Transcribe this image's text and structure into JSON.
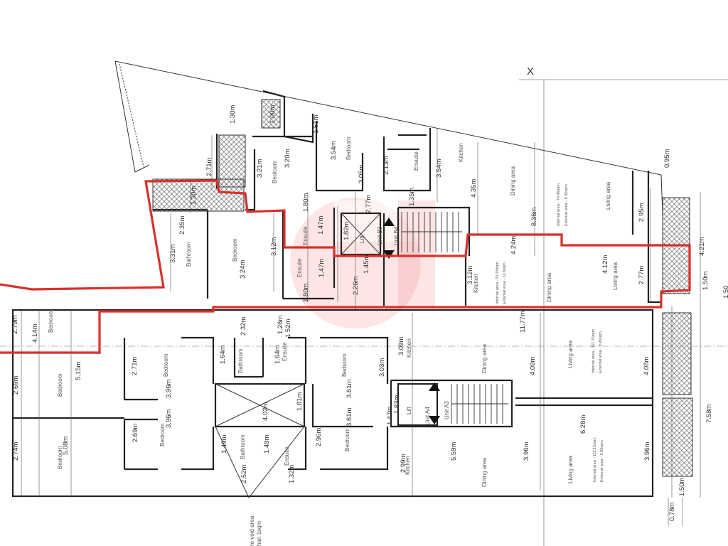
{
  "marker": "X",
  "units": {
    "B3": "Unit B3",
    "B4": "Unit B4",
    "A3": "Unit A3",
    "A4": "Unit A4"
  },
  "rooms": {
    "bedroom": "Bedroom",
    "bathroom": "Bathroom",
    "ensuite": "Ensuite",
    "kitchen": "Kitchen",
    "dining": "Dining area",
    "living": "Living area",
    "lift": "Lift"
  },
  "areas": {
    "b4_internal": "Internal area - 79.45sqm",
    "b4_external": "External area - 8.35sqm",
    "b3_internal": "Internal area - 91.95sqm",
    "b3_external": "External area - 12.6sqm",
    "a3_internal": "Internal area - 111.15sqm",
    "a3_external": "External area - 9.45sqm",
    "a4_internal": "Internal area - 113.15sqm",
    "a4_external": "External area - 9.65sqm"
  },
  "note": {
    "line1": "re void area",
    "line2": "han 1sqm"
  },
  "dims": {
    "d130a": "1.30m",
    "d100": "1.00m",
    "d151": "1.51m",
    "d271a": "2.71m",
    "d354a": "3.54m",
    "d320": "3.20m",
    "d321": "3.21m",
    "d305": "3.05m",
    "d213": "2.13m",
    "d354b": "3.54m",
    "d435": "4.35m",
    "d095": "0.95m",
    "d130b": "1.30m",
    "d180a": "1.80m",
    "d235": "2.35m",
    "d277a": "2.77m",
    "d135": "1.35m",
    "d147a": "1.47m",
    "d182": "1.82m",
    "d836": "8.36m",
    "d295": "2.95m",
    "d331": "3.31m",
    "d312a": "3.12m",
    "d324": "3.24m",
    "d424": "4.24m",
    "d421": "4.21m",
    "d147b": "1.47m",
    "d145": "1.45m",
    "d412": "4.12m",
    "d226": "2.26m",
    "d312b": "3.12m",
    "d180b": "1.80m",
    "d277b": "2.77m",
    "d150a": "1.50m",
    "d150e": "1.50",
    "d279": "2.79m",
    "d414": "4.14m",
    "d1177": "11.77m",
    "d232": "2.32m",
    "d126": "1.26m",
    "d152": "1.52m",
    "d309": "3.09m",
    "d515": "5.15m",
    "d271b": "2.71m",
    "d164a": "1.64m",
    "d164b": "1.64m",
    "d303": "3.03m",
    "d408a": "4.08m",
    "d408b": "4.08m",
    "d269a": "2.69m",
    "d396a": "3.96m",
    "d361a": "3.61m",
    "d183": "1.83m",
    "d396b": "3.96m",
    "d402": "4.02m",
    "d181": "1.81m",
    "d147c": "1.47m",
    "d758": "7.58m",
    "d508": "5.08m",
    "d269b": "2.69m",
    "d361b": "3.61m",
    "d628": "6.28m",
    "d274": "2.74m",
    "d149a": "1.49m",
    "d149b": "1.49m",
    "d296": "2.96m",
    "d559": "5.59m",
    "d299": "2.99m",
    "d396c": "3.96m",
    "d396d": "3.96m",
    "d252": "2.52m",
    "d132": "1.32m",
    "d150b": "1.50m",
    "d078": "0.78m"
  }
}
